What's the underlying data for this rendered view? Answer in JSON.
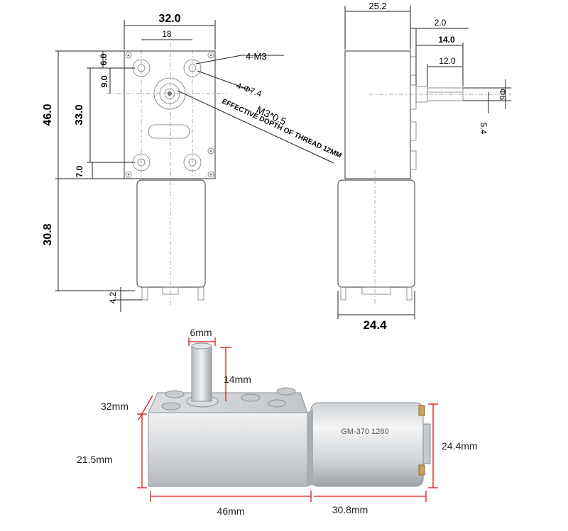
{
  "front_view": {
    "width_top": "32.0",
    "hole_spacing": "18",
    "dim_6": "6.0",
    "dim_9": "9.0",
    "height_total": "46.0",
    "height_33": "33.0",
    "dim_7": "7.0",
    "motor_length": "30.8",
    "terminal": "4.2",
    "note_4m3": "4-M3",
    "note_phi": "4-Φ7.4",
    "note_thread": "M3*0.5",
    "note_depth": "EFFECTIVE DOPTH OF THREAD 12MM"
  },
  "side_view": {
    "depth": "25.2",
    "d_2": "2.0",
    "d_14": "14.0",
    "d_12": "12.0",
    "shaft_dia": "Φ6",
    "flat": "5.4",
    "motor_dia": "24.4"
  },
  "photo": {
    "shaft": "6mm",
    "shaft_len": "14mm",
    "width": "32mm",
    "height": "21.5mm",
    "motor_dia": "24.4mm",
    "length": "46mm",
    "motor_len": "30.8mm",
    "motor_label": "GM-370 1260"
  },
  "colors": {
    "dimension_red": "#d91a1a",
    "metal_light": "#e6e8ea",
    "metal_dark": "#a8adb2"
  }
}
